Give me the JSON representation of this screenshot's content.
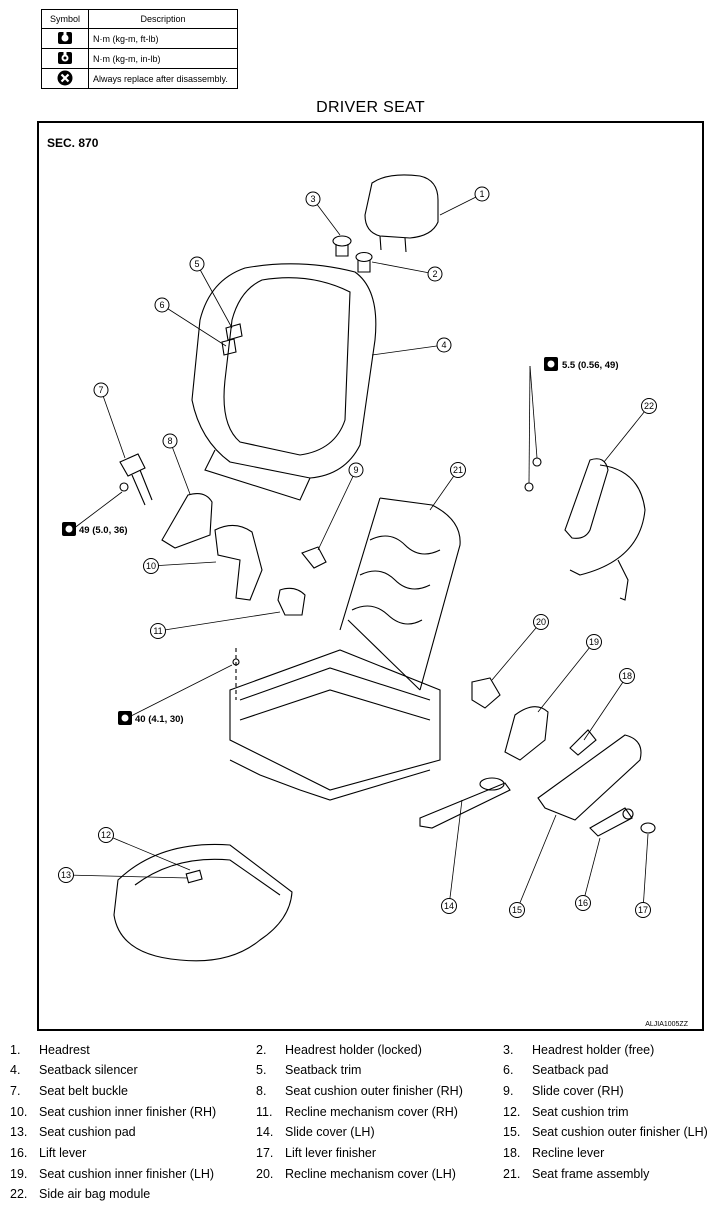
{
  "symbol_table": {
    "header_symbol": "Symbol",
    "header_description": "Description",
    "rows": [
      {
        "icon": "torque-wrench-icon",
        "description": "N·m (kg-m, ft-lb)"
      },
      {
        "icon": "torque-wrench-small-icon",
        "description": "N·m (kg-m, in-lb)"
      },
      {
        "icon": "replace-part-icon",
        "description": "Always replace after disassembly."
      }
    ]
  },
  "title": "DRIVER SEAT",
  "diagram": {
    "section": "SEC. 870",
    "figure_id": "ALJIA1005ZZ",
    "torque_values": {
      "airbag": "5.5 (0.56, 49)",
      "belt": "49 (5.0, 36)",
      "frame": "40 (4.1, 30)"
    },
    "callouts": [
      "1",
      "2",
      "3",
      "4",
      "5",
      "6",
      "7",
      "8",
      "9",
      "10",
      "11",
      "12",
      "13",
      "14",
      "15",
      "16",
      "17",
      "18",
      "19",
      "20",
      "21",
      "22"
    ]
  },
  "legend": [
    {
      "num": "1.",
      "label": "Headrest"
    },
    {
      "num": "2.",
      "label": "Headrest holder (locked)"
    },
    {
      "num": "3.",
      "label": "Headrest holder (free)"
    },
    {
      "num": "4.",
      "label": "Seatback silencer"
    },
    {
      "num": "5.",
      "label": "Seatback trim"
    },
    {
      "num": "6.",
      "label": "Seatback pad"
    },
    {
      "num": "7.",
      "label": "Seat belt buckle"
    },
    {
      "num": "8.",
      "label": "Seat cushion outer finisher (RH)"
    },
    {
      "num": "9.",
      "label": "Slide cover (RH)"
    },
    {
      "num": "10.",
      "label": "Seat cushion inner finisher (RH)"
    },
    {
      "num": "11.",
      "label": "Recline mechanism cover (RH)"
    },
    {
      "num": "12.",
      "label": "Seat cushion trim"
    },
    {
      "num": "13.",
      "label": "Seat cushion pad"
    },
    {
      "num": "14.",
      "label": "Slide cover (LH)"
    },
    {
      "num": "15.",
      "label": "Seat cushion outer finisher (LH)"
    },
    {
      "num": "16.",
      "label": "Lift lever"
    },
    {
      "num": "17.",
      "label": "Lift lever finisher"
    },
    {
      "num": "18.",
      "label": "Recline lever"
    },
    {
      "num": "19.",
      "label": "Seat cushion inner finisher (LH)"
    },
    {
      "num": "20.",
      "label": "Recline mechanism cover (LH)"
    },
    {
      "num": "21.",
      "label": "Seat frame assembly"
    },
    {
      "num": "22.",
      "label": "Side air bag module"
    }
  ]
}
